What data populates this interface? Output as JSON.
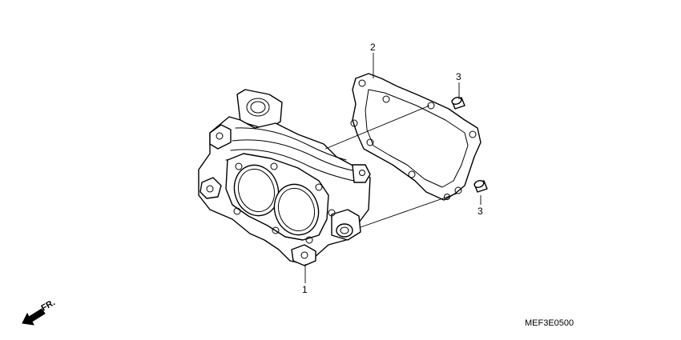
{
  "diagram": {
    "callouts": {
      "cylinder": "1",
      "gasket": "2",
      "dowel_top": "3",
      "dowel_bottom": "3"
    },
    "code": "MEF3E0500",
    "direction_label": "FR."
  }
}
